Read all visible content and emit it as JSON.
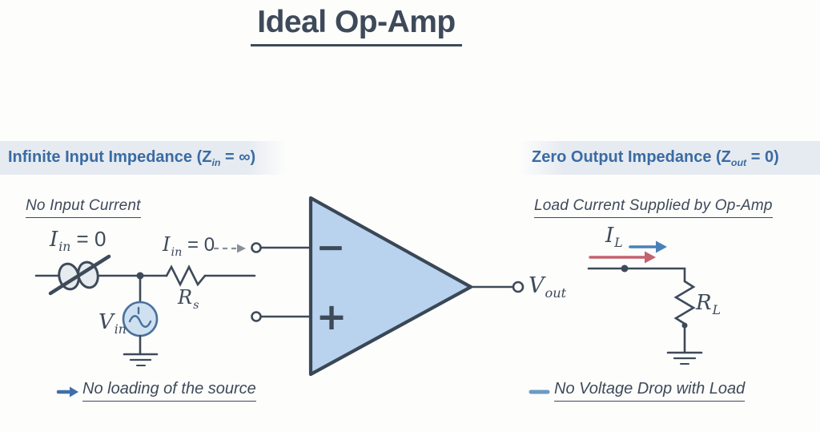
{
  "title": "Ideal Op-Amp",
  "left": {
    "banner": {
      "text_main": "Infinite Input Impedance (Z",
      "sub": "in",
      "text_end": " = ∞)"
    },
    "heading": "No Input Current",
    "label_iin_source": {
      "base": "I",
      "sub": "in",
      "eq": " = 0"
    },
    "label_iin_terminal": {
      "base": "I",
      "sub": "in",
      "eq": " = 0"
    },
    "label_vin": {
      "base": "V",
      "sub": "in"
    },
    "label_rs": {
      "base": "R",
      "sub": "s"
    },
    "note": "No loading of the source"
  },
  "right": {
    "banner": {
      "text_main": "Zero Output Impedance (Z",
      "sub": "out",
      "text_end": " = 0)"
    },
    "heading": "Load Current Supplied by Op-Amp",
    "label_il": {
      "base": "I",
      "sub": "L"
    },
    "label_rl": {
      "base": "R",
      "sub": "L"
    },
    "note": "No Voltage Drop with Load"
  },
  "opamp": {
    "minus": "−",
    "plus": "+",
    "label_vout": {
      "base": "V",
      "sub": "out"
    }
  },
  "colors": {
    "ink": "#3e4a59",
    "header_blue": "#3a6ba3",
    "banner_bg": "#e6ebf1",
    "opamp_fill": "#b9d3ee",
    "source_fill": "#cfe1f1",
    "source_stroke": "#4a719d",
    "arrow_blue": "#4a80b8",
    "arrow_red": "#c4626f",
    "note_blue": "#3f6fa8",
    "dash_blue": "#6b9ac4"
  }
}
